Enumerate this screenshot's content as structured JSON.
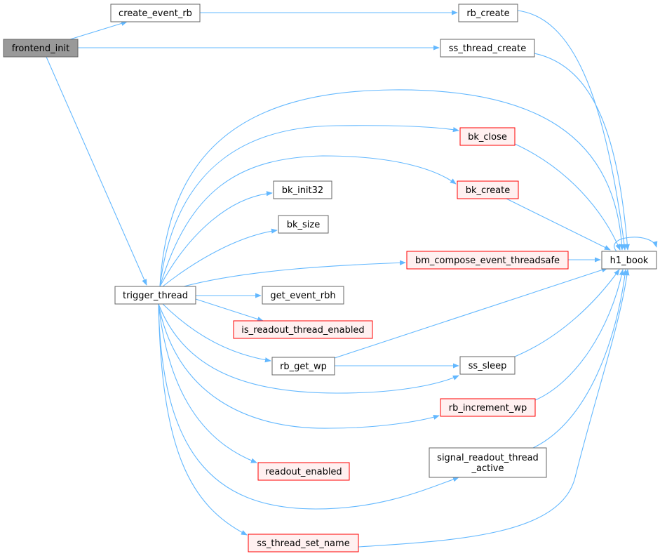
{
  "diagram": {
    "colors": {
      "edge": "#63b8ff",
      "node_fill": "#ffffff",
      "node_stroke": "#666666",
      "root_fill": "#999999",
      "red_fill": "#fff0f0",
      "red_stroke": "#ff0000",
      "text": "#000000"
    },
    "nodes": [
      {
        "id": "frontend_init",
        "label": "frontend_init",
        "style": "root"
      },
      {
        "id": "create_event_rb",
        "label": "create_event_rb",
        "style": "normal"
      },
      {
        "id": "rb_create",
        "label": "rb_create",
        "style": "normal"
      },
      {
        "id": "ss_thread_create",
        "label": "ss_thread_create",
        "style": "normal"
      },
      {
        "id": "trigger_thread",
        "label": "trigger_thread",
        "style": "normal"
      },
      {
        "id": "bk_close",
        "label": "bk_close",
        "style": "red"
      },
      {
        "id": "bk_create",
        "label": "bk_create",
        "style": "red"
      },
      {
        "id": "bk_init32",
        "label": "bk_init32",
        "style": "normal"
      },
      {
        "id": "bk_size",
        "label": "bk_size",
        "style": "normal"
      },
      {
        "id": "bm_compose_event_threadsafe",
        "label": "bm_compose_event_threadsafe",
        "style": "red"
      },
      {
        "id": "h1_book",
        "label": "h1_book",
        "style": "normal"
      },
      {
        "id": "get_event_rbh",
        "label": "get_event_rbh",
        "style": "normal"
      },
      {
        "id": "is_readout_thread_enabled",
        "label": "is_readout_thread_enabled",
        "style": "red"
      },
      {
        "id": "rb_get_wp",
        "label": "rb_get_wp",
        "style": "normal"
      },
      {
        "id": "ss_sleep",
        "label": "ss_sleep",
        "style": "normal"
      },
      {
        "id": "rb_increment_wp",
        "label": "rb_increment_wp",
        "style": "red"
      },
      {
        "id": "signal_readout_thread_active",
        "label": [
          "signal_readout_thread",
          "_active"
        ],
        "style": "normal"
      },
      {
        "id": "readout_enabled",
        "label": "readout_enabled",
        "style": "red"
      },
      {
        "id": "ss_thread_set_name",
        "label": "ss_thread_set_name",
        "style": "red"
      }
    ],
    "edges": [
      {
        "from": "frontend_init",
        "to": "create_event_rb"
      },
      {
        "from": "frontend_init",
        "to": "ss_thread_create"
      },
      {
        "from": "frontend_init",
        "to": "trigger_thread"
      },
      {
        "from": "create_event_rb",
        "to": "rb_create"
      },
      {
        "from": "rb_create",
        "to": "h1_book"
      },
      {
        "from": "ss_thread_create",
        "to": "h1_book"
      },
      {
        "from": "trigger_thread",
        "to": "h1_book"
      },
      {
        "from": "trigger_thread",
        "to": "bk_close"
      },
      {
        "from": "trigger_thread",
        "to": "bk_create"
      },
      {
        "from": "trigger_thread",
        "to": "bk_init32"
      },
      {
        "from": "trigger_thread",
        "to": "bk_size"
      },
      {
        "from": "trigger_thread",
        "to": "bm_compose_event_threadsafe"
      },
      {
        "from": "trigger_thread",
        "to": "get_event_rbh"
      },
      {
        "from": "trigger_thread",
        "to": "is_readout_thread_enabled"
      },
      {
        "from": "trigger_thread",
        "to": "rb_get_wp"
      },
      {
        "from": "trigger_thread",
        "to": "ss_sleep"
      },
      {
        "from": "trigger_thread",
        "to": "rb_increment_wp"
      },
      {
        "from": "trigger_thread",
        "to": "readout_enabled"
      },
      {
        "from": "trigger_thread",
        "to": "signal_readout_thread_active"
      },
      {
        "from": "trigger_thread",
        "to": "ss_thread_set_name"
      },
      {
        "from": "bk_close",
        "to": "h1_book"
      },
      {
        "from": "bk_create",
        "to": "h1_book"
      },
      {
        "from": "bm_compose_event_threadsafe",
        "to": "h1_book"
      },
      {
        "from": "h1_book",
        "to": "h1_book"
      },
      {
        "from": "rb_get_wp",
        "to": "h1_book"
      },
      {
        "from": "rb_get_wp",
        "to": "ss_sleep"
      },
      {
        "from": "ss_sleep",
        "to": "h1_book"
      },
      {
        "from": "rb_increment_wp",
        "to": "h1_book"
      },
      {
        "from": "signal_readout_thread_active",
        "to": "h1_book"
      },
      {
        "from": "ss_thread_set_name",
        "to": "h1_book"
      }
    ]
  }
}
